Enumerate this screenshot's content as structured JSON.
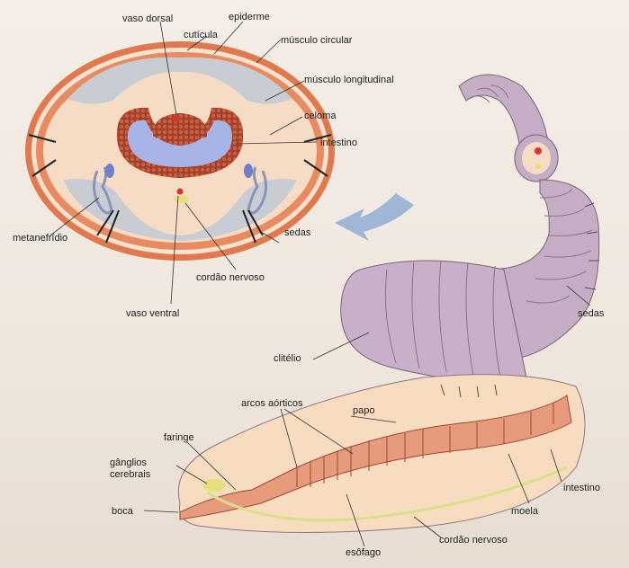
{
  "cross_section": {
    "labels": {
      "vaso_dorsal": "vaso dorsal",
      "cuticula": "cutícula",
      "epiderme": "epiderme",
      "musculo_circular": "músculo circular",
      "musculo_longitudinal": "músculo longitudinal",
      "celoma": "celoma",
      "intestino": "intestino",
      "metanefridio": "metanefrídio",
      "sedas": "sedas",
      "cordao_nervoso": "cordão nervoso",
      "vaso_ventral": "vaso ventral"
    }
  },
  "worm": {
    "labels": {
      "sedas": "sedas",
      "clitelio": "clitélio",
      "arcos_aorticos": "arcos aórticos",
      "papo": "papo",
      "faringe": "faringe",
      "ganglios_line1": "gânglios",
      "ganglios_line2": "cerebrais",
      "boca": "boca",
      "esofago": "esôfago",
      "cordao_nervoso": "cordão nervoso",
      "moela": "moela",
      "intestino": "intestino"
    }
  },
  "colors": {
    "cuticle": "#e07a4e",
    "body_fill": "#f6dcc4",
    "muscle_band": "#c9ccd2",
    "intestine": "#a9b4e6",
    "intestine_wall": "#9a3d2a",
    "worm_skin": "#c5adc6",
    "digestive": "#e79a7c",
    "nerve": "#d8e08a",
    "arrow": "#9fb6d6"
  }
}
